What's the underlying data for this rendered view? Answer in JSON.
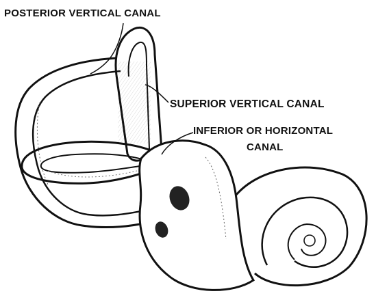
{
  "labels": {
    "posterior": "POSTERIOR VERTICAL CANAL",
    "superior": "SUPERIOR VERTICAL CANAL",
    "inferior_line1": "INFERIOR OR HORIZONTAL",
    "inferior_line2": "CANAL"
  },
  "colors": {
    "ink": "#111111",
    "paper": "#ffffff",
    "shade": "#cfcfcf"
  }
}
